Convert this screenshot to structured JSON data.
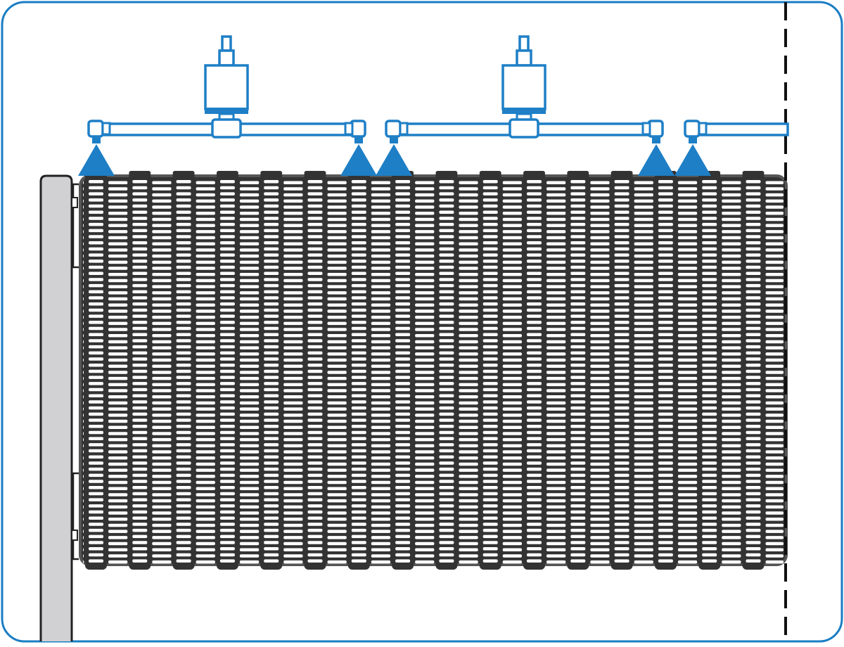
{
  "colors": {
    "frame": "#1a7dc4",
    "spray": "#1e7fc6",
    "mesh": "#333333",
    "mesh_outline": "#555555",
    "post_fill": "#d1d1d3",
    "post_stroke": "#222222",
    "dashed_line": "#111111"
  },
  "diagram": {
    "spray_units": 2,
    "partial_spray_units": 1,
    "nozzles": 5,
    "mesh_columns": 16
  }
}
